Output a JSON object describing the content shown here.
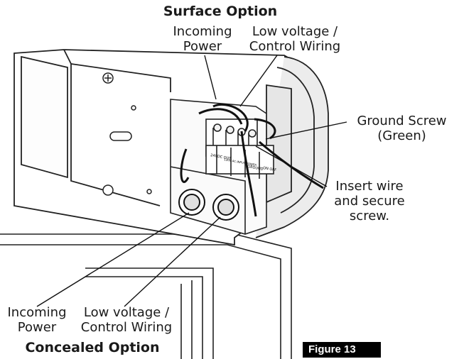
{
  "surface_option": {
    "title": "Surface Option",
    "incoming_power": [
      "Incoming",
      "Power"
    ],
    "low_voltage": [
      "Low voltage /",
      "Control Wiring"
    ]
  },
  "ground_screw": [
    "Ground Screw",
    "(Green)"
  ],
  "insert_wire": [
    "Insert wire",
    "and secure",
    "screw."
  ],
  "concealed_option": {
    "title": "Concealed Option",
    "incoming_power": [
      "Incoming",
      "Power"
    ],
    "low_voltage": [
      "Low voltage /",
      "Control Wiring"
    ]
  },
  "figure_label": "Figure 13",
  "terminal_labels": [
    "24VDC OUT",
    "120V AC INPUT POWER",
    "GROUND",
    "ON OFF"
  ]
}
